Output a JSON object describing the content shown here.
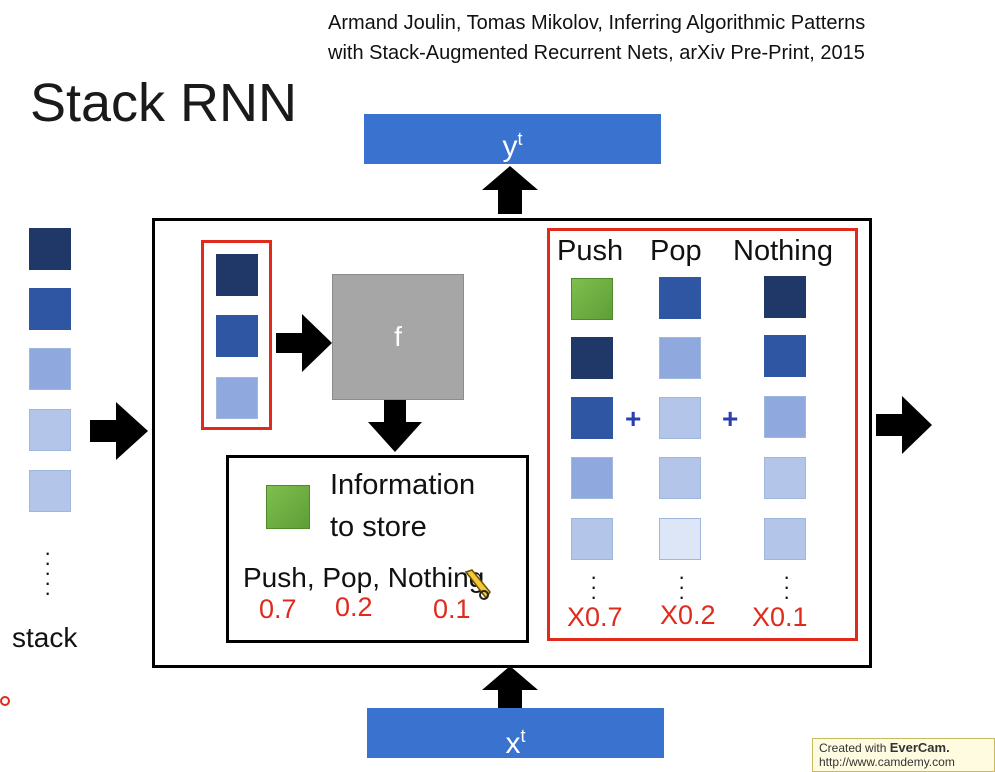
{
  "citation": {
    "line1": "Armand Joulin, Tomas Mikolov, Inferring Algorithmic Patterns",
    "line2": "with Stack-Augmented Recurrent Nets, arXiv Pre-Print, 2015"
  },
  "title": "Stack RNN",
  "output_label": {
    "base": "y",
    "sup": "t"
  },
  "input_label": {
    "base": "x",
    "sup": "t"
  },
  "stack_label": "stack",
  "f_label": "f",
  "info": {
    "line1": "Information",
    "line2": "to store",
    "actions": "Push, Pop, Nothing",
    "probs": [
      "0.7",
      "0.2",
      "0.1"
    ]
  },
  "ops": {
    "headers": [
      "Push",
      "Pop",
      "Nothing"
    ],
    "multipliers": [
      "X0.7",
      "X0.2",
      "X0.1"
    ],
    "plus": "+"
  },
  "watermark": {
    "line1": "Created with",
    "brand": "EverCam.",
    "line2": "http://www.camdemy.com"
  },
  "colors": {
    "bar_blue": "#3a72cf",
    "highlight_red": "#e02a1c",
    "stack_shades": [
      "#1f3868",
      "#2e56a3",
      "#8fa9df",
      "#b3c6ea",
      "#dde6f6"
    ],
    "store_green": "#6aad3f",
    "f_gray": "#a6a6a6"
  }
}
